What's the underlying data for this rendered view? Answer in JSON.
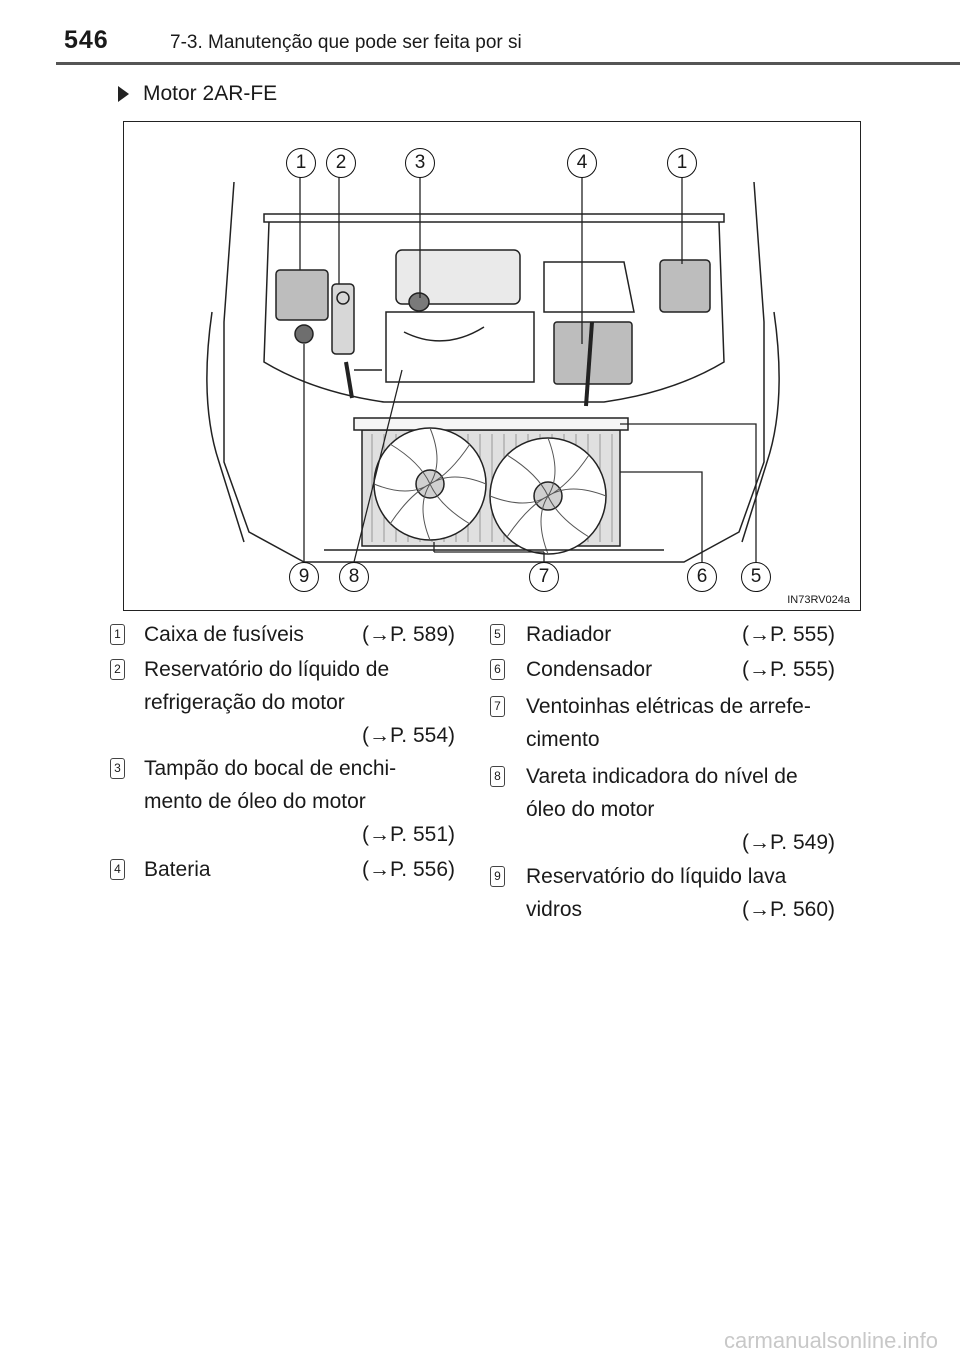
{
  "header": {
    "page_number": "546",
    "chapter": "7-3. Manutenção que pode ser feita por si"
  },
  "section": {
    "title": "Motor 2AR-FE"
  },
  "figure": {
    "code": "IN73RV024a",
    "callouts_top": [
      "1",
      "2",
      "3",
      "4",
      "1"
    ],
    "callouts_bottom": [
      "9",
      "8",
      "7",
      "6",
      "5"
    ]
  },
  "items": [
    {
      "num": "1",
      "lines": [
        "Caixa de fusíveis"
      ],
      "ref": "(→P. 589)"
    },
    {
      "num": "2",
      "lines": [
        "Reservatório do líquido de",
        "refrigeração do motor"
      ],
      "ref": "(→P. 554)"
    },
    {
      "num": "3",
      "lines": [
        "Tampão do bocal de enchi-",
        "mento de óleo do motor"
      ],
      "ref": "(→P. 551)"
    },
    {
      "num": "4",
      "lines": [
        "Bateria"
      ],
      "ref": "(→P. 556)"
    },
    {
      "num": "5",
      "lines": [
        "Radiador"
      ],
      "ref": "(→P. 555)"
    },
    {
      "num": "6",
      "lines": [
        "Condensador"
      ],
      "ref": "(→P. 555)"
    },
    {
      "num": "7",
      "lines": [
        "Ventoinhas elétricas de arrefe-",
        "cimento"
      ],
      "ref": ""
    },
    {
      "num": "8",
      "lines": [
        "Vareta indicadora do nível de",
        "óleo do motor"
      ],
      "ref": "(→P. 549)"
    },
    {
      "num": "9",
      "lines": [
        "Reservatório do líquido lava",
        "vidros"
      ],
      "ref": "(→P. 560)"
    }
  ],
  "watermark": "carmanualsonline.info"
}
